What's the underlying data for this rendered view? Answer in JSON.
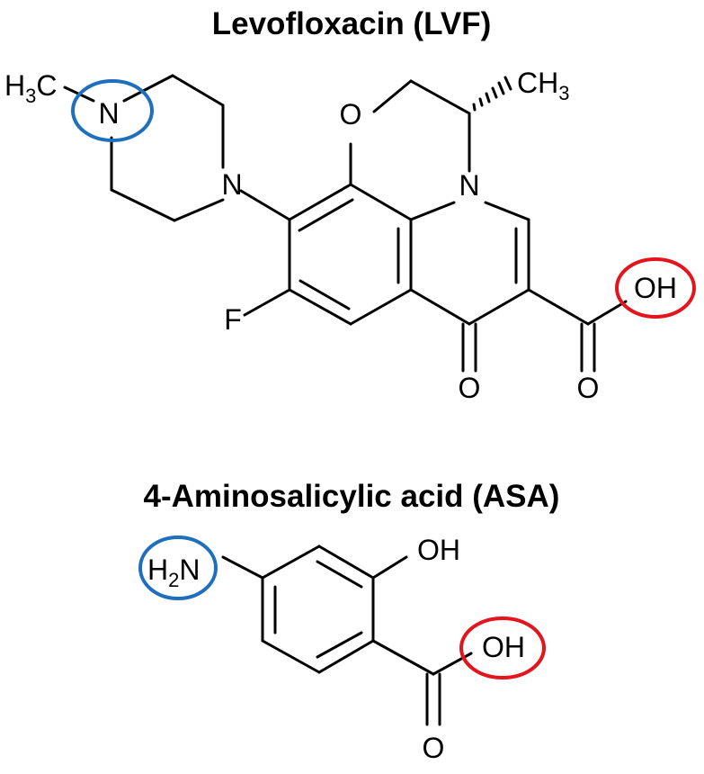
{
  "molecules": [
    {
      "title": "Levofloxacin (LVF)",
      "atoms": {
        "h3c": "H3C",
        "n_methyl": "N",
        "n_pip": "N",
        "o_ring": "O",
        "ch3": "CH3",
        "n_ring": "N",
        "f": "F",
        "o_keto": "O",
        "oh": "OH",
        "o_acid": "O"
      }
    },
    {
      "title": "4-Aminosalicylic acid (ASA)",
      "atoms": {
        "h2n": "H2N",
        "oh_phenol": "OH",
        "oh_acid": "OH",
        "o_acid": "O"
      }
    }
  ],
  "highlights": {
    "amine_color": "#1f6fbf",
    "acid_color": "#e3141b"
  }
}
